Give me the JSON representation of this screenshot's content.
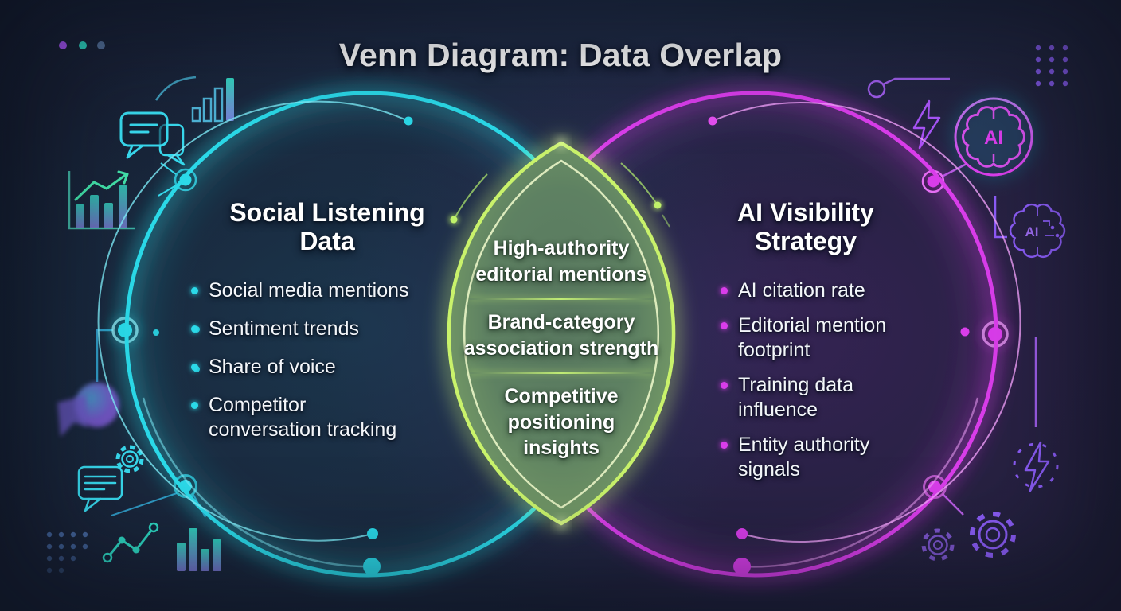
{
  "title": "Venn Diagram: Data Overlap",
  "venn": {
    "left": {
      "title": "Social Listening Data",
      "items": [
        "Social media mentions",
        "Sentiment trends",
        "Share of voice",
        "Competitor conversation tracking"
      ]
    },
    "overlap": {
      "items": [
        "High-authority editorial mentions",
        "Brand-category association strength",
        "Competitive positioning insights"
      ]
    },
    "right": {
      "title": "AI Visibility Strategy",
      "items": [
        "AI citation rate",
        "Editorial mention footprint",
        "Training data influence",
        "Entity authority signals"
      ]
    }
  },
  "decorations": {
    "ai_badge_label": "AI",
    "ai_chip_label": "AI",
    "icon_names": [
      "three-dots-icon",
      "chat-bubbles-icon",
      "mini-bar-chart-icon",
      "growth-chart-icon",
      "gear-icon",
      "message-icon",
      "dots-grid",
      "scatter-line-icon",
      "bar-chart-icon",
      "circuit-node",
      "lightning-icon",
      "ai-brain-badge-icon",
      "ai-circuit-brain-icon",
      "lightning-burst-icon",
      "gears-icon"
    ]
  },
  "colors": {
    "accent_cyan": "#2bd9e8",
    "accent_magenta": "#d93dea",
    "accent_green": "#c9f26b",
    "accent_purple": "#8b5cf6",
    "lens_fill": "#5e8162",
    "background": "#1a2338",
    "text": "#ffffff"
  }
}
